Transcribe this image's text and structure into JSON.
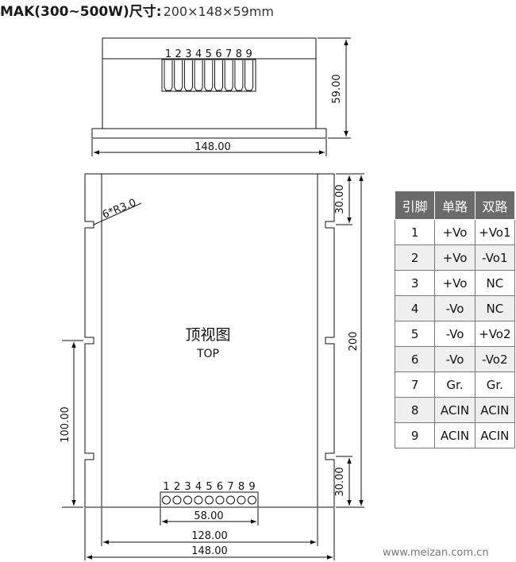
{
  "title": {
    "model": "MAK(300~500W)尺寸:",
    "dimensions": "200×148×59mm"
  },
  "side_view": {
    "pin_numbers": [
      "1",
      "2",
      "3",
      "4",
      "5",
      "6",
      "7",
      "8",
      "9"
    ],
    "width_label": "148.00",
    "height_label": "59.00"
  },
  "top_view": {
    "label_cn": "顶视图",
    "label_en": "TOP",
    "radius_note": "6*R3.0",
    "pin_numbers": [
      "1",
      "2",
      "3",
      "4",
      "5",
      "6",
      "7",
      "8",
      "9"
    ],
    "dim_top_right": "30.00",
    "dim_bottom_right": "30.00",
    "dim_height": "200",
    "dim_left": "100.00",
    "dim_terminal_width": "58.00",
    "dim_inner_width": "128.00",
    "dim_total_width": "148.00"
  },
  "pin_table": {
    "headers": [
      "引脚",
      "单路",
      "双路"
    ],
    "rows": [
      [
        "1",
        "+Vo",
        "+Vo1"
      ],
      [
        "2",
        "+Vo",
        "-Vo1"
      ],
      [
        "3",
        "+Vo",
        "NC"
      ],
      [
        "4",
        "-Vo",
        "NC"
      ],
      [
        "5",
        "-Vo",
        "+Vo2"
      ],
      [
        "6",
        "-Vo",
        "-Vo2"
      ],
      [
        "7",
        "Gr.",
        "Gr."
      ],
      [
        "8",
        "ACIN",
        "ACIN"
      ],
      [
        "9",
        "ACIN",
        "ACIN"
      ]
    ]
  },
  "website": "www.meizan.com.cn"
}
